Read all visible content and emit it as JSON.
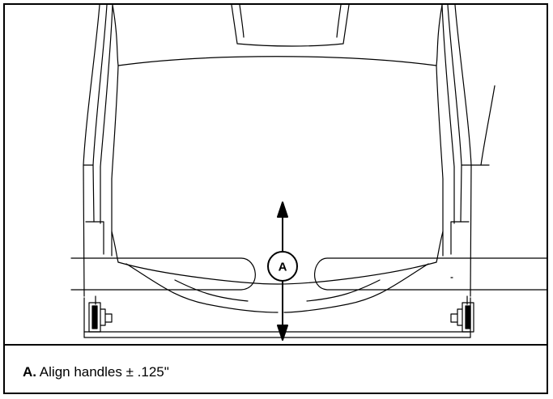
{
  "figure": {
    "callout": {
      "letter": "A"
    },
    "legend": {
      "letter": "A.",
      "text": "Align handles ± .125\""
    }
  }
}
